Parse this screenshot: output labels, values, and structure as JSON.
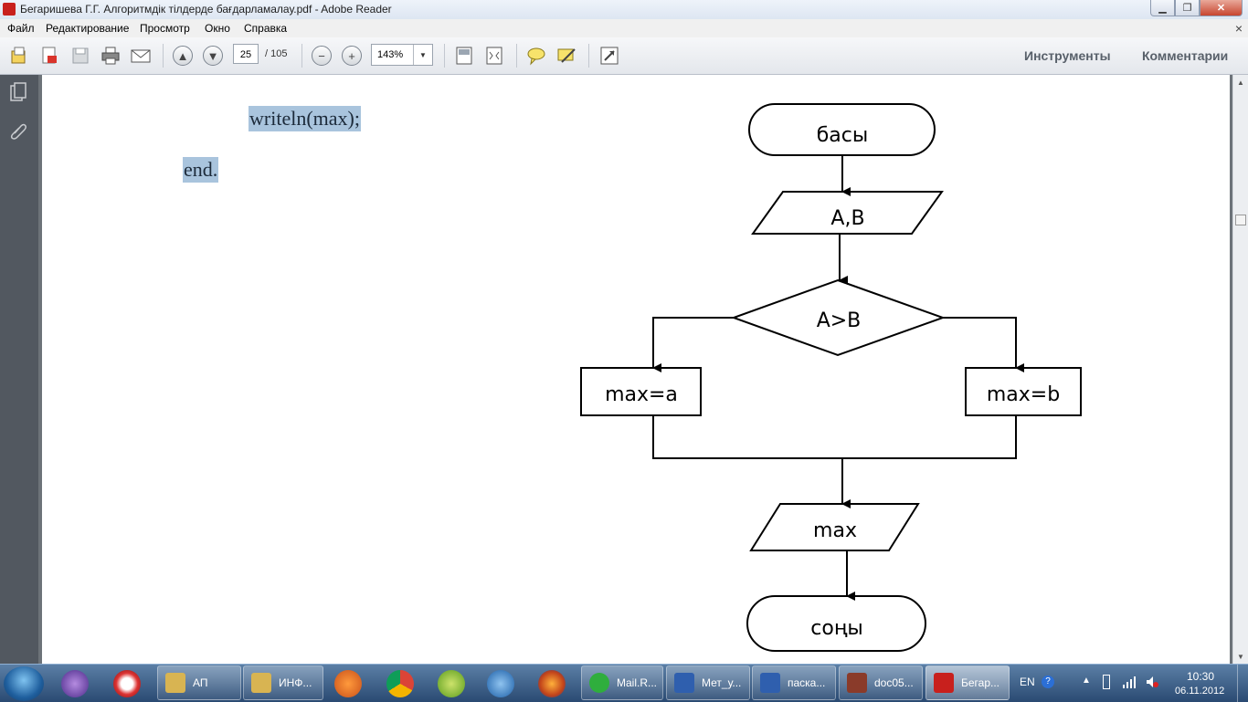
{
  "window": {
    "title": "Бегаришева Г.Г. Алгоритмдік тілдерде бағдарламалау.pdf - Adobe Reader",
    "min_label": "▁",
    "max_label": "❐",
    "close_label": "✕"
  },
  "menu": {
    "items": [
      "Файл",
      "Редактирование",
      "Просмотр",
      "Окно",
      "Справка"
    ],
    "close_label": "×"
  },
  "toolbar": {
    "page_current": "25",
    "page_total": "/ 105",
    "zoom": "143%",
    "zoom_dropdown_icon": "▼",
    "tools_label": "Инструменты",
    "comments_label": "Комментарии"
  },
  "document": {
    "code_lines": [
      "writeln(max);",
      "end."
    ],
    "flowchart": {
      "start": "басы",
      "input": "A,B",
      "condition": "A>B",
      "branch_true": "max=a",
      "branch_false": "max=b",
      "output": "max",
      "end": "соңы"
    }
  },
  "taskbar": {
    "tasks": [
      {
        "label": "АП",
        "color": "#d8b452"
      },
      {
        "label": "ИНФ...",
        "color": "#d8b452"
      },
      {
        "label": "Mail.R...",
        "color": "#2fae3d"
      },
      {
        "label": "Мет_у...",
        "color": "#2f5fae"
      },
      {
        "label": "паска...",
        "color": "#2f5fae"
      },
      {
        "label": "doc05...",
        "color": "#8a3b2a"
      },
      {
        "label": "Бегар...",
        "color": "#c8201d"
      }
    ],
    "lang": "EN",
    "time": "10:30",
    "date": "06.11.2012"
  },
  "colors": {
    "selection": "#a9c4dd",
    "taskbar": "#2a4a72"
  }
}
